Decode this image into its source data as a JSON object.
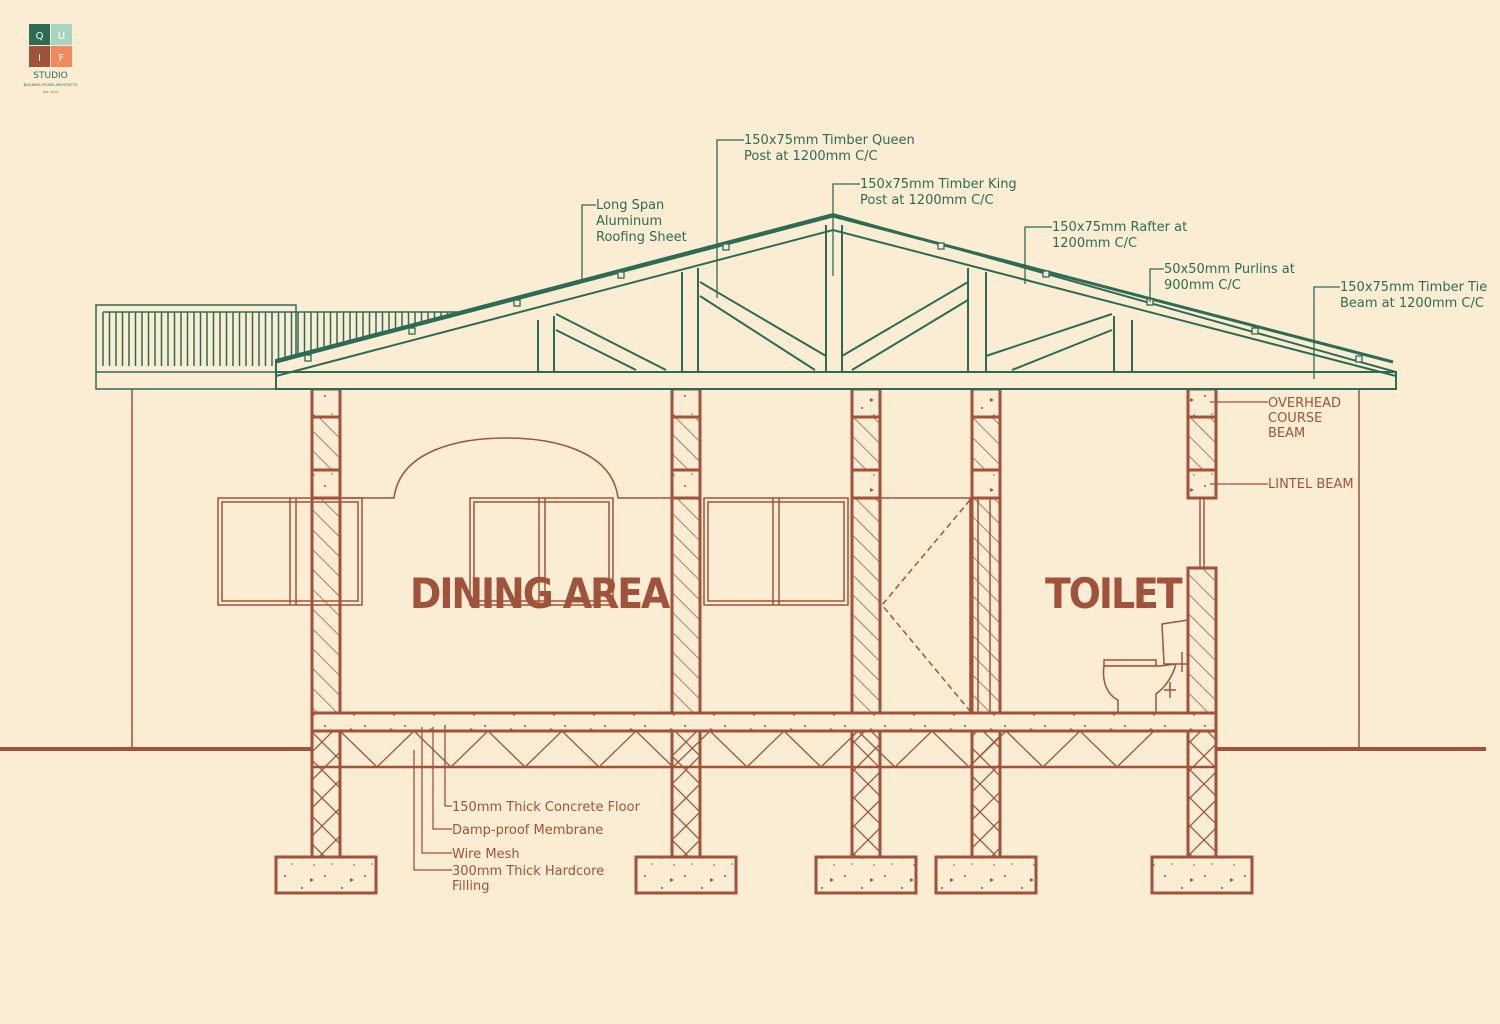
{
  "logo": {
    "letters": [
      "Q",
      "U",
      "I",
      "F"
    ],
    "name": "STUDIO",
    "tagline": "BUILDING YOUNG ARCHITECTS",
    "est": "EST. 2019",
    "colors": [
      "#2E6B55",
      "#A8D5C2",
      "#A0533A",
      "#F28A5E"
    ]
  },
  "colors": {
    "background": "#FAEDD4",
    "structure": "#A0533A",
    "roof": "#2E6B55"
  },
  "rooms": {
    "dining": "DINING AREA",
    "toilet": "TOILET"
  },
  "roof_labels": [
    [
      "Long Span",
      "Aluminum",
      "Roofing Sheet"
    ],
    [
      "150x75mm Timber Queen",
      "Post at 1200mm C/C"
    ],
    [
      "150x75mm Timber King",
      "Post at 1200mm C/C"
    ],
    [
      "150x75mm Rafter at",
      "1200mm C/C"
    ],
    [
      "50x50mm Purlins at",
      "900mm C/C"
    ],
    [
      "150x75mm Timber Tie",
      "Beam at 1200mm C/C"
    ]
  ],
  "wall_labels": {
    "overhead": [
      "OVERHEAD",
      "COURSE",
      "BEAM"
    ],
    "lintel": "LINTEL BEAM"
  },
  "floor_labels": [
    "150mm Thick Concrete Floor",
    "Damp-proof Membrane",
    "Wire Mesh",
    [
      "300mm Thick Hardcore",
      "Filling"
    ]
  ]
}
